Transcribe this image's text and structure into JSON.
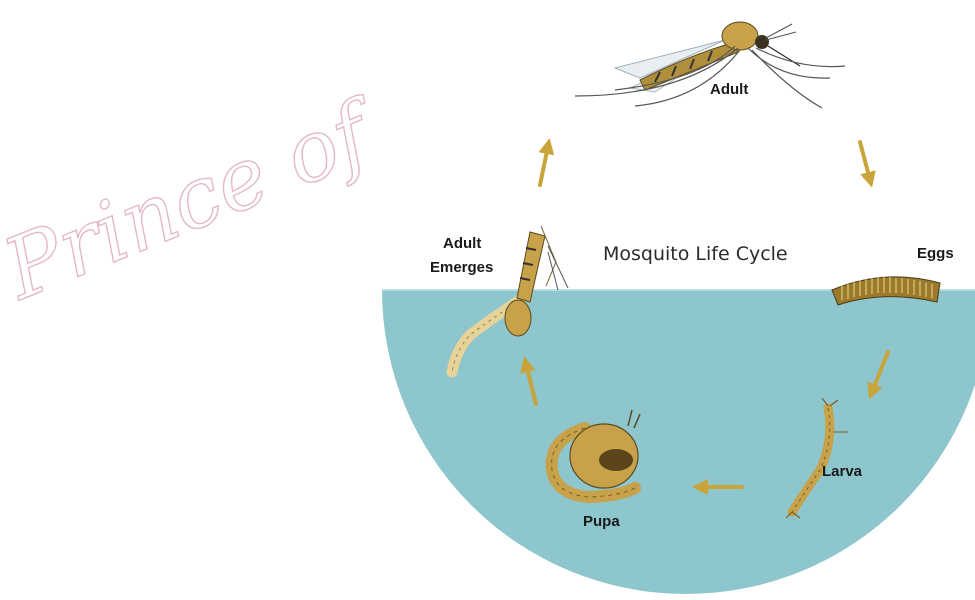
{
  "diagram": {
    "title": "Mosquito Life Cycle",
    "stages": {
      "adult": "Adult",
      "eggs": "Eggs",
      "larva": "Larva",
      "pupa": "Pupa",
      "adult_emerges_line1": "Adult",
      "adult_emerges_line2": "Emerges"
    }
  },
  "watermark": {
    "text": "Prince of"
  },
  "colors": {
    "water": "#8dc6cc",
    "arrow": "#c9a43a",
    "body": "#c8a24a"
  }
}
